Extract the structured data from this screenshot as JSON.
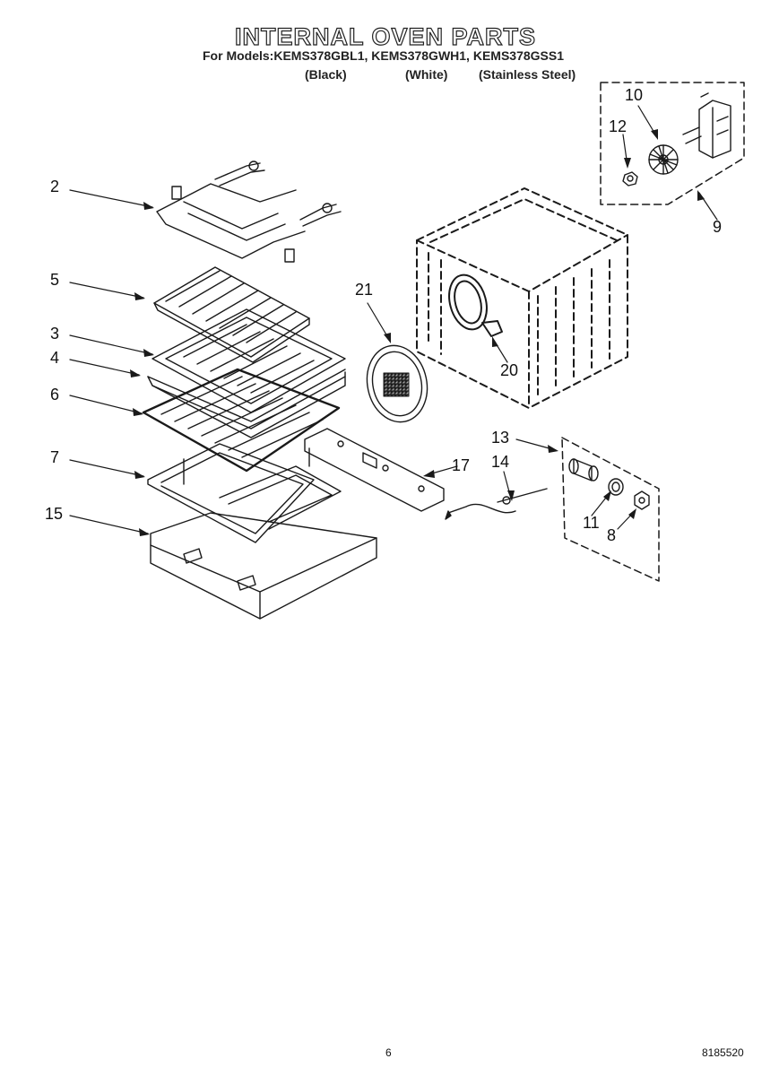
{
  "header": {
    "title": "INTERNAL OVEN PARTS",
    "models_line": "For Models:KEMS378GBL1, KEMS378GWH1, KEMS378GSS1",
    "variants": [
      "(Black)",
      "(White)",
      "(Stainless Steel)"
    ]
  },
  "callouts": [
    "2",
    "5",
    "3",
    "4",
    "6",
    "7",
    "15",
    "21",
    "20",
    "10",
    "12",
    "9",
    "13",
    "14",
    "17",
    "11",
    "8"
  ],
  "footer": {
    "page_number": "6",
    "doc_number": "8185520"
  }
}
